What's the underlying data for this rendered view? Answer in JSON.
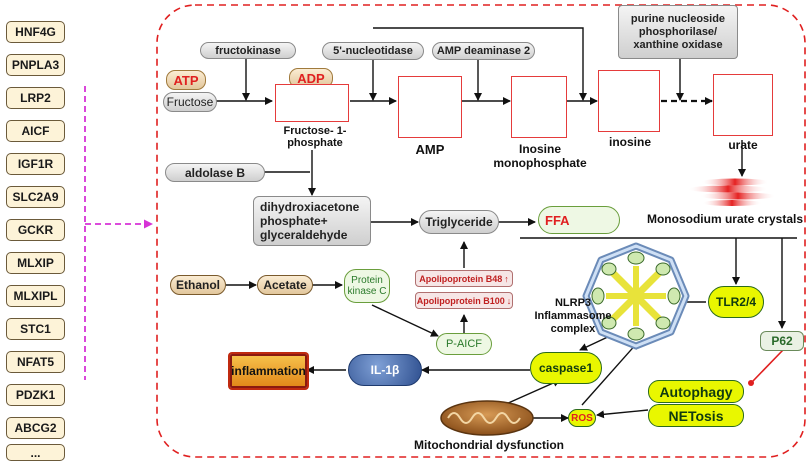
{
  "genes": [
    "HNF4G",
    "PNPLA3",
    "LRP2",
    "AICF",
    "IGF1R",
    "SLC2A9",
    "GCKR",
    "MLXIP",
    "MLXIPL",
    "STC1",
    "NFAT5",
    "PDZK1",
    "ABCG2",
    "..."
  ],
  "enzymes": {
    "fructokinase": "fructokinase",
    "nucleotidase": "5'-nucleotidase",
    "amp_deaminase": "AMP deaminase 2",
    "pnp_xo": "purine nucleoside phosphorilase/ xanthine oxidase",
    "aldolase": "aldolase B"
  },
  "cofactors": {
    "atp": "ATP",
    "adp": "ADP"
  },
  "metabolites": {
    "fructose": "Fructose",
    "f1p": "Fructose- 1-phosphate",
    "amp": "AMP",
    "imp": "Inosine monophosphate",
    "inosine": "inosine",
    "urate": "urate",
    "msu": "Monosodium urate crystals",
    "dhap": "dihydroxiacetone phosphate+ glyceraldehyde",
    "triglyceride": "Triglyceride",
    "ffa": "FFA",
    "ethanol": "Ethanol",
    "acetate": "Acetate",
    "pkc": "Protein kinase C",
    "apob48": "Apolipoprotein B48",
    "apob100": "Apolipoprotein B100",
    "paicf": "P-AICF"
  },
  "inflammation": {
    "nlrp3": "NLRP3 Inflammasome complex",
    "tlr": "TLR2/4",
    "p62": "P62",
    "caspase": "caspase1",
    "il1b": "IL-1β",
    "inflammation": "inflammation",
    "autophagy": "Autophagy",
    "netosis": "NETosis",
    "ros": "ROS",
    "mito": "Mitochondrial dysfunction"
  },
  "arrows": {
    "up": "↑",
    "down": "↓"
  },
  "colors": {
    "gene_fill": "#fdf3d8",
    "dashed_border": "#e02020",
    "connector_dash": "#d633d6",
    "mol_border": "#e53b3b",
    "atp_adp_text": "#e02020",
    "inflammation_fill": "#e9a21a",
    "yellow_green": "#e9f700",
    "nlrp3_green": "#cfe9b0"
  }
}
